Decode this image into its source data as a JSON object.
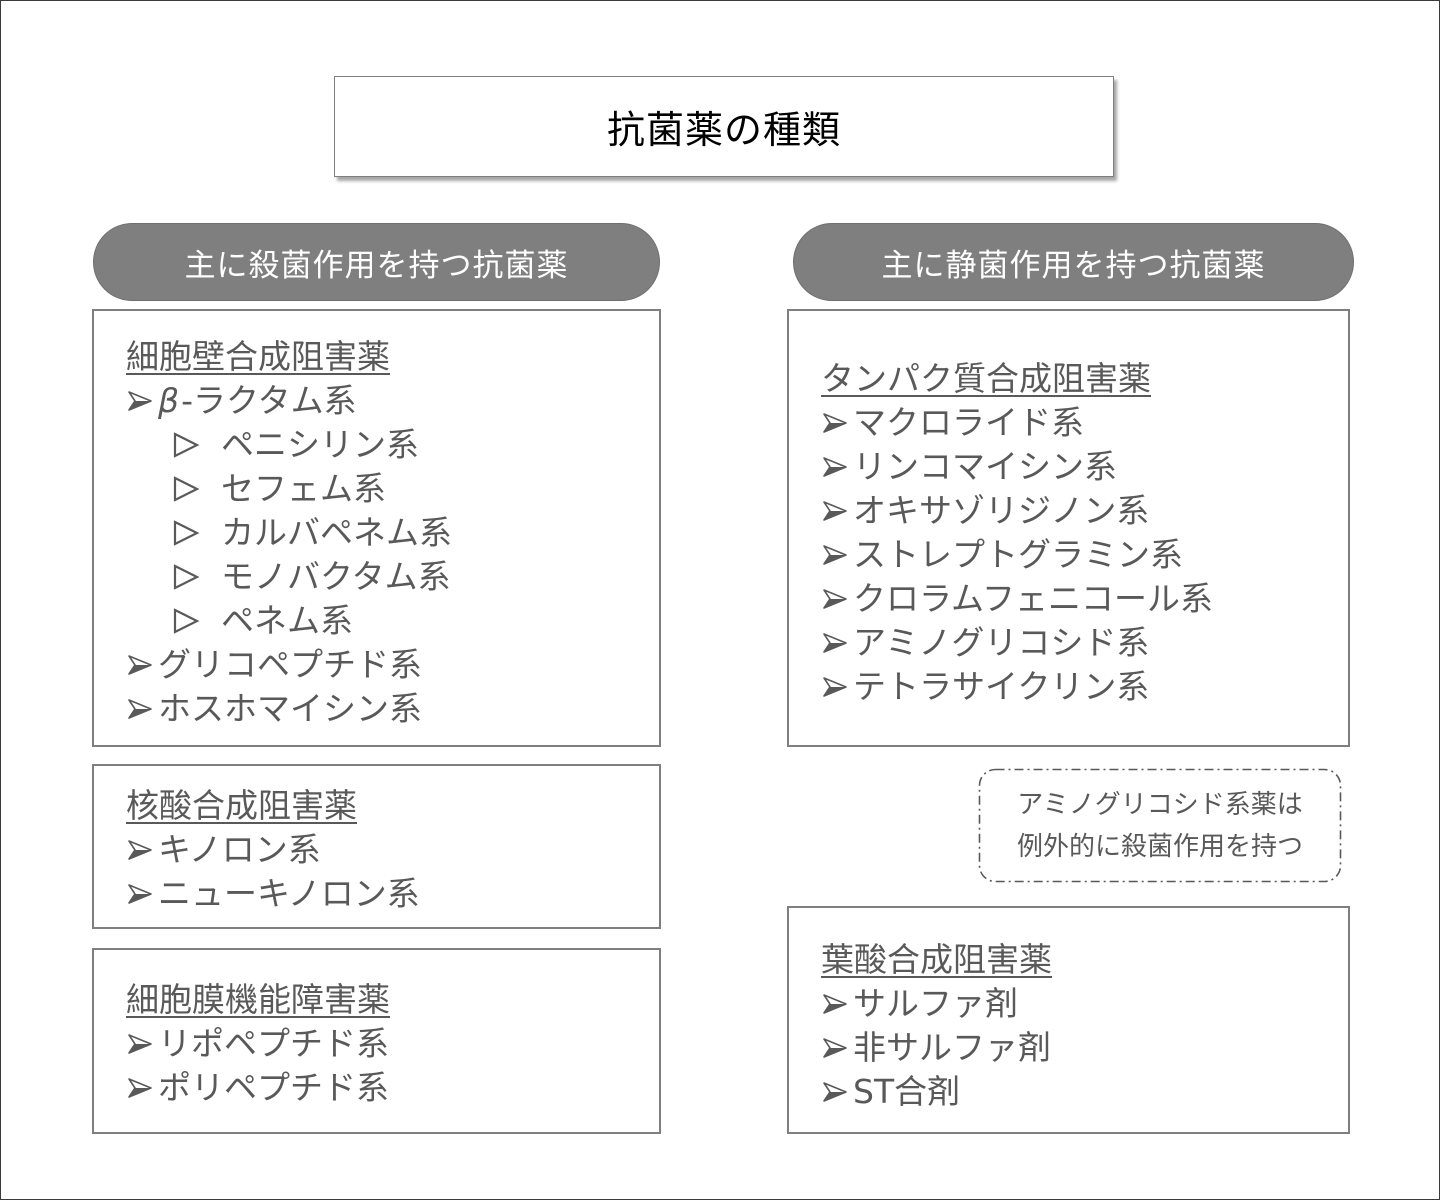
{
  "title": "抗菌薬の種類",
  "columns": {
    "bactericidal": {
      "header": "主に殺菌作用を持つ抗菌薬",
      "groups": {
        "cell_wall": {
          "heading": "細胞壁合成阻害薬",
          "beta_lactam": {
            "beta": "β",
            "label": "-ラクタム系",
            "subitems": [
              "ペニシリン系",
              "セフェム系",
              "カルバペネム系",
              "モノバクタム系",
              "ペネム系"
            ]
          },
          "items": [
            "グリコペプチド系",
            "ホスホマイシン系"
          ]
        },
        "nucleic_acid": {
          "heading": "核酸合成阻害薬",
          "items": [
            "キノロン系",
            "ニューキノロン系"
          ]
        },
        "membrane": {
          "heading": "細胞膜機能障害薬",
          "items": [
            "リポペプチド系",
            "ポリペプチド系"
          ]
        }
      }
    },
    "bacteriostatic": {
      "header": "主に静菌作用を持つ抗菌薬",
      "groups": {
        "protein": {
          "heading": "タンパク質合成阻害薬",
          "items": [
            "マクロライド系",
            "リンコマイシン系",
            "オキサゾリジノン系",
            "ストレプトグラミン系",
            "クロラムフェニコール系",
            "アミノグリコシド系",
            "テトラサイクリン系"
          ]
        },
        "folate": {
          "heading": "葉酸合成阻害薬",
          "items": [
            "サルファ剤",
            "非サルファ剤",
            "ST合剤"
          ]
        }
      },
      "note": {
        "line1": "アミノグリコシド系薬は",
        "line2": "例外的に殺菌作用を持つ"
      }
    }
  },
  "colors": {
    "pill_fill": "#7f7f7f",
    "border": "#7f7f7f",
    "text": "#595959",
    "title_text": "#000000"
  }
}
